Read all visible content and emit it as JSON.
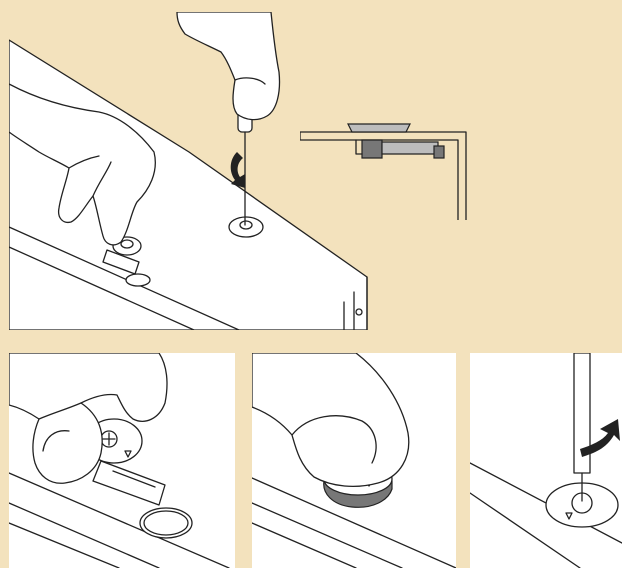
{
  "figure": {
    "description_free": true,
    "panels": [
      {
        "id": "main",
        "icons": [
          "hand-icon",
          "screwdriver-icon",
          "rotation-arrow-icon",
          "cam-lock-icon",
          "panel-board-icon"
        ]
      },
      {
        "id": "detail",
        "icons": [
          "cam-connector-cross-section-icon"
        ]
      },
      {
        "id": "a",
        "icons": [
          "hand-icon",
          "cam-lock-icon",
          "drill-hole-icon"
        ]
      },
      {
        "id": "b",
        "icons": [
          "finger-icon",
          "cam-lock-icon"
        ]
      },
      {
        "id": "c",
        "icons": [
          "screwdriver-icon",
          "rotation-arrow-icon",
          "cam-lock-icon"
        ]
      }
    ]
  },
  "colors": {
    "background": "#f3e2bd",
    "panel": "#ffffff",
    "line": "#222222",
    "arrow": "#222222",
    "metal_light": "#bdbdbd",
    "metal_dark": "#777777"
  }
}
